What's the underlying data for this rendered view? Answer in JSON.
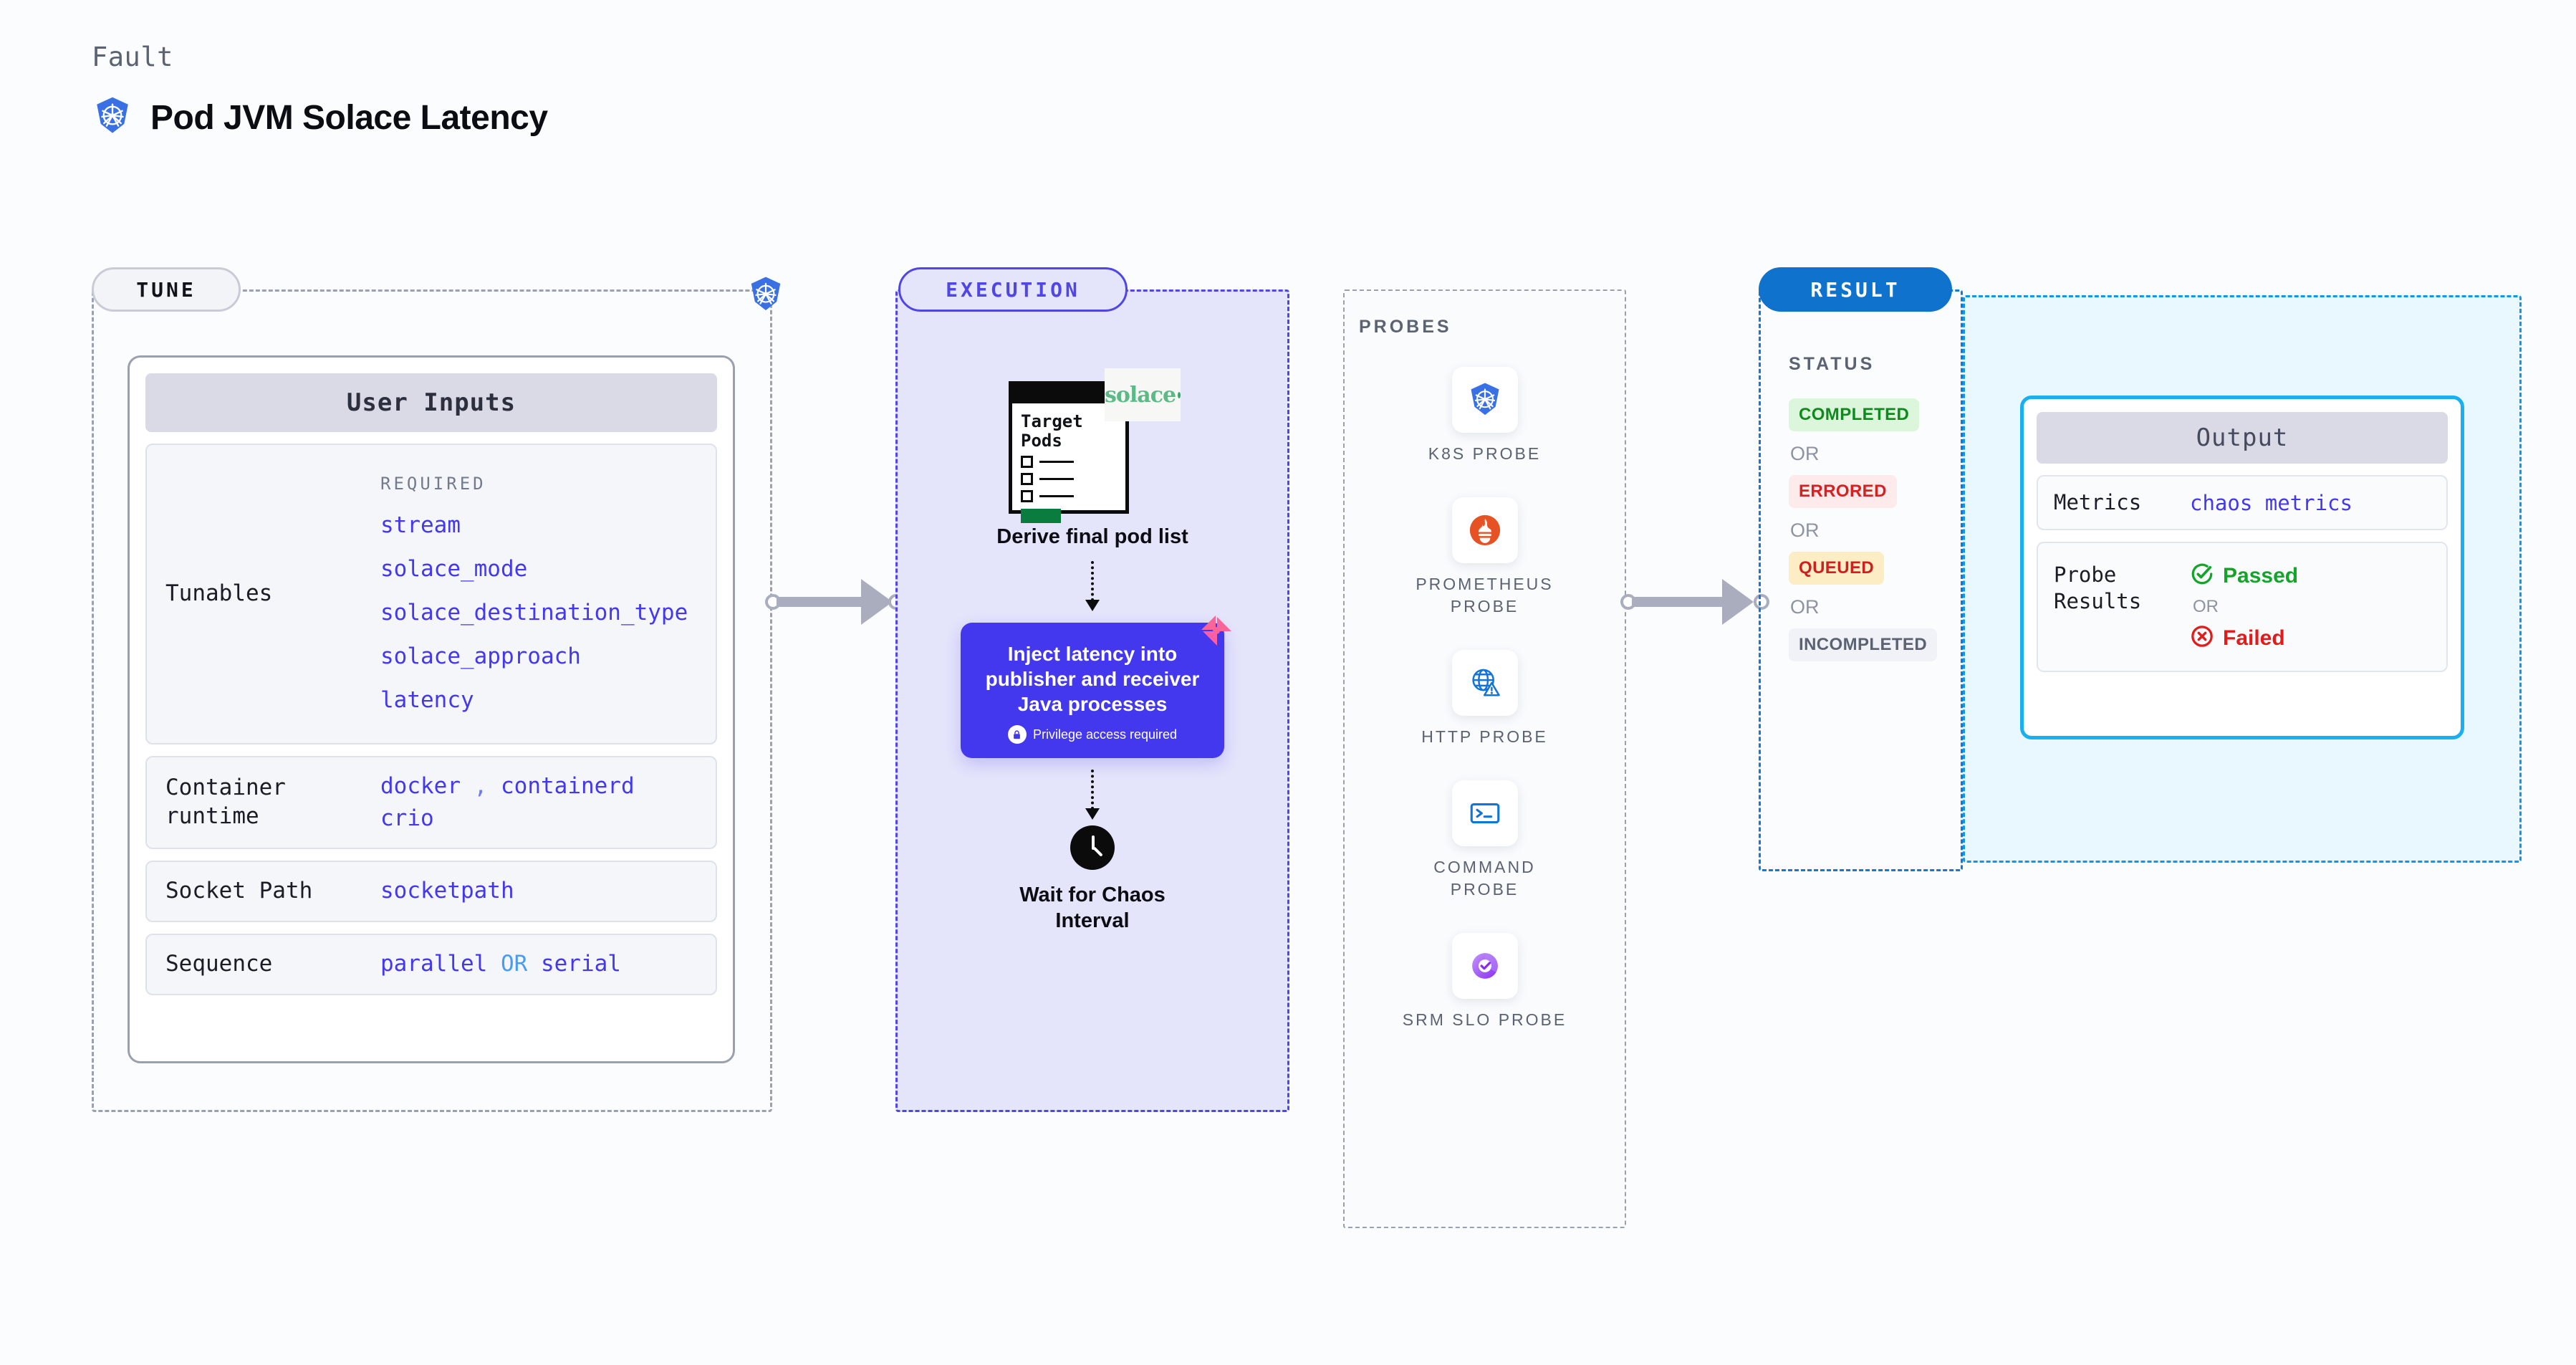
{
  "header": {
    "eyebrow": "Fault",
    "title": "Pod JVM Solace Latency",
    "icon": "kubernetes-icon"
  },
  "tune": {
    "pill_label": "TUNE",
    "border_icon": "kubernetes-icon",
    "card_title": "User Inputs",
    "rows": [
      {
        "label": "Tunables",
        "caption": "REQUIRED",
        "values": [
          "stream",
          "solace_mode",
          "solace_destination_type",
          "solace_approach",
          "latency"
        ]
      },
      {
        "label": "Container runtime",
        "values": [
          "docker",
          "containerd",
          "crio"
        ],
        "separator": ","
      },
      {
        "label": "Socket Path",
        "values": [
          "socketpath"
        ]
      },
      {
        "label": "Sequence",
        "values": [
          "parallel",
          "serial"
        ],
        "separator": "OR"
      }
    ]
  },
  "execution": {
    "pill_label": "EXECUTION",
    "doc": {
      "title_line1": "Target",
      "title_line2": "Pods",
      "badge_text": "solace",
      "badge_icon": "solace-logo"
    },
    "step1_caption": "Derive final pod list",
    "inject_card": {
      "text": "Inject latency into publisher and receiver Java processes",
      "privilege_note": "Privilege access required",
      "privilege_icon": "lock-icon",
      "ribbon_icon": "ribbon-icon",
      "color": "#4338ee"
    },
    "wait_step": {
      "icon": "clock-icon",
      "caption_line1": "Wait for Chaos",
      "caption_line2": "Interval"
    }
  },
  "probes": {
    "label": "PROBES",
    "items": [
      {
        "name": "K8S PROBE",
        "icon": "kubernetes-icon"
      },
      {
        "name": "PROMETHEUS PROBE",
        "icon": "prometheus-icon"
      },
      {
        "name": "HTTP PROBE",
        "icon": "globe-warning-icon"
      },
      {
        "name": "COMMAND PROBE",
        "icon": "terminal-icon"
      },
      {
        "name": "SRM SLO PROBE",
        "icon": "srm-slo-icon"
      }
    ]
  },
  "result": {
    "pill_label": "RESULT",
    "status_label": "STATUS",
    "or_text": "OR",
    "statuses": [
      {
        "label": "COMPLETED",
        "text_color": "#108a1f",
        "bg_color": "#dcf6dc"
      },
      {
        "label": "ERRORED",
        "text_color": "#d42222",
        "bg_color": "#fdeaea"
      },
      {
        "label": "QUEUED",
        "text_color": "#cf2020",
        "bg_color": "#fdedc4"
      },
      {
        "label": "INCOMPLETED",
        "text_color": "#5b6272",
        "bg_color": "#f1f2f7"
      }
    ],
    "output": {
      "card_title": "Output",
      "metrics_label": "Metrics",
      "metrics_value": "chaos metrics",
      "probe_results_label": "Probe Results",
      "passed_label": "Passed",
      "passed_icon": "check-circle-icon",
      "failed_label": "Failed",
      "failed_icon": "x-circle-icon",
      "or_text": "OR",
      "passed_color": "#13a52a",
      "failed_color": "#e21b1b",
      "border_color": "#1ab0f0"
    }
  },
  "colors": {
    "accent_violet": "#4338ee",
    "accent_blue": "#0f72cd",
    "accent_cyan": "#1ab0f0",
    "k8s_blue": "#3970e4"
  }
}
